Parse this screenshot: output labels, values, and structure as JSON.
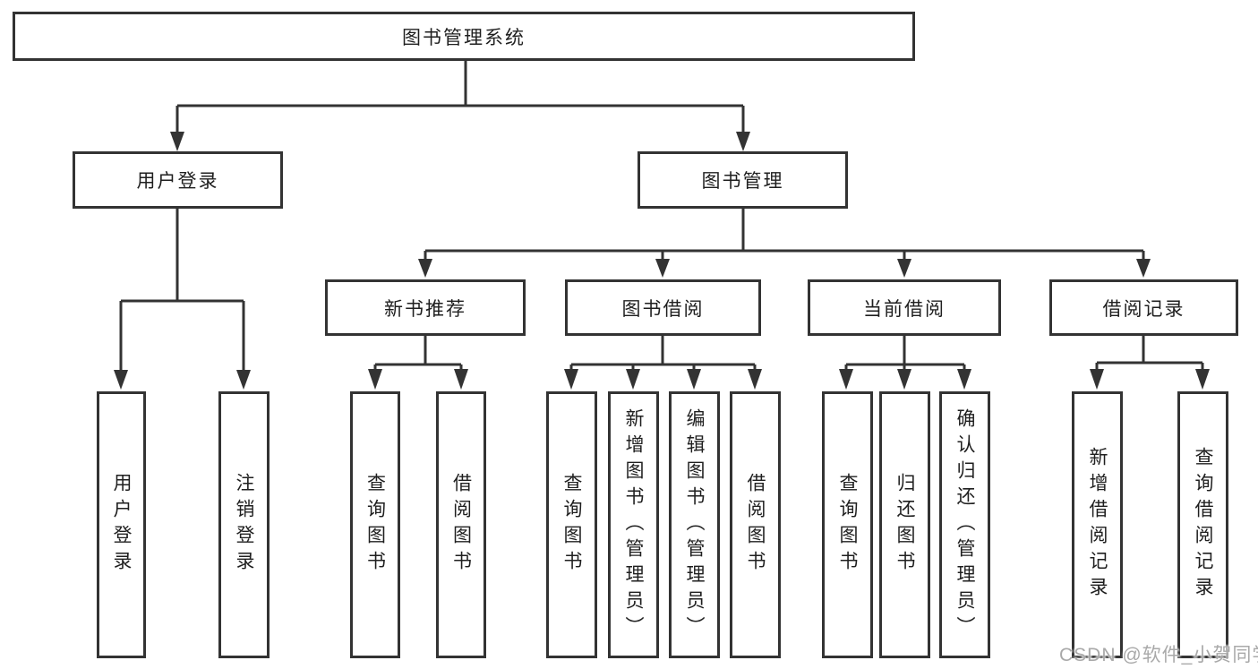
{
  "diagram": {
    "root": {
      "label": "图书管理系统",
      "children": [
        {
          "label": "用户登录",
          "children": [
            {
              "label": "用户登录"
            },
            {
              "label": "注销登录"
            }
          ]
        },
        {
          "label": "图书管理",
          "children": [
            {
              "label": "新书推荐",
              "children": [
                {
                  "label": "查询图书"
                },
                {
                  "label": "借阅图书"
                }
              ]
            },
            {
              "label": "图书借阅",
              "children": [
                {
                  "label": "查询图书"
                },
                {
                  "label": "新增图书（管理员）"
                },
                {
                  "label": "编辑图书（管理员）"
                },
                {
                  "label": "借阅图书"
                }
              ]
            },
            {
              "label": "当前借阅",
              "children": [
                {
                  "label": "查询图书"
                },
                {
                  "label": "归还图书"
                },
                {
                  "label": "确认归还（管理员）"
                }
              ]
            },
            {
              "label": "借阅记录",
              "children": [
                {
                  "label": "新增借阅记录"
                },
                {
                  "label": "查询借阅记录"
                }
              ]
            }
          ]
        }
      ]
    },
    "colors": {
      "line": "#333333",
      "text": "#1f1f1f",
      "background": "#ffffff"
    }
  },
  "watermark": {
    "text": "CSDN @软件_小贺同学",
    "color": "#a9a9a9"
  }
}
